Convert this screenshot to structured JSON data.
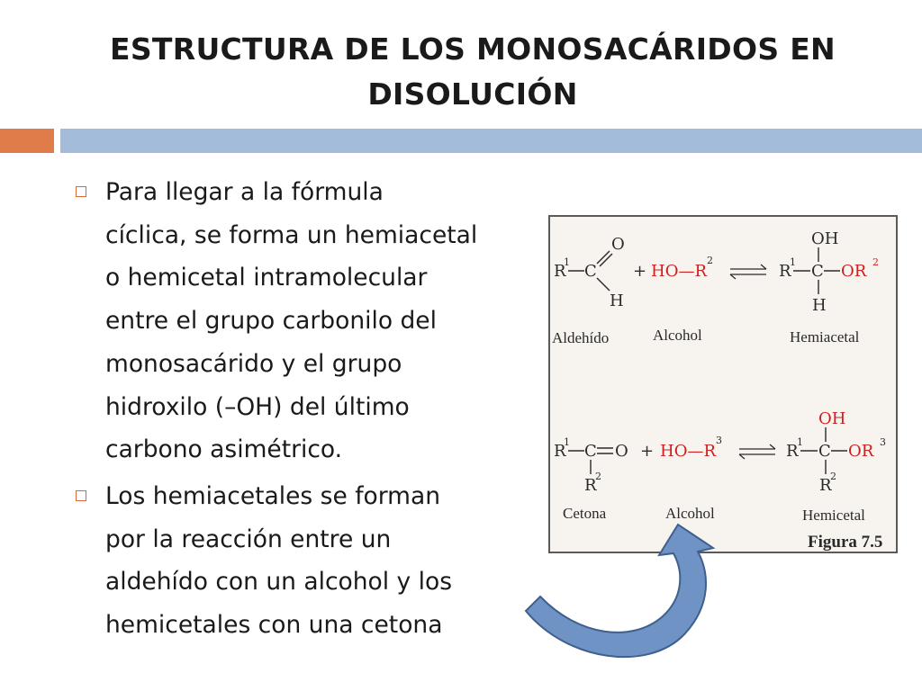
{
  "slide": {
    "title_line1": "ESTRUCTURA DE LOS MONOSACÁRIDOS EN",
    "title_line2": "DISOLUCIÓN",
    "bullets": [
      {
        "lines": [
          "Para llegar a la fórmula",
          "cíclica, se forma un hemiacetal",
          "o hemicetal intramolecular",
          "entre el grupo carbonilo del",
          "monosacárido y el grupo",
          "hidroxilo (–OH) del último",
          "carbono asimétrico."
        ]
      },
      {
        "lines": [
          "Los hemiacetales se forman",
          "por la reacción entre un",
          "aldehído con un alcohol y los",
          "hemicetales con una cetona"
        ]
      }
    ]
  },
  "figure": {
    "reaction1": {
      "reactant_label": "Aldehído",
      "reagent_label": "Alcohol",
      "product_label": "Hemiacetal",
      "alcohol_formula": "HO—R",
      "alcohol_sup": "2",
      "product_or": "OR",
      "product_or_sup": "2"
    },
    "reaction2": {
      "reactant_label": "Cetona",
      "reagent_label": "Alcohol",
      "product_label": "Hemicetal",
      "alcohol_formula": "HO—R",
      "alcohol_sup": "3",
      "product_or": "OR",
      "product_or_sup": "3"
    },
    "figure_label": "Figura 7.5"
  },
  "colors": {
    "accent_orange": "#e07b4a",
    "accent_blue": "#a3bcd9",
    "reagent_red": "#cc1f1f",
    "arrow_blue": "#6f93c4"
  }
}
